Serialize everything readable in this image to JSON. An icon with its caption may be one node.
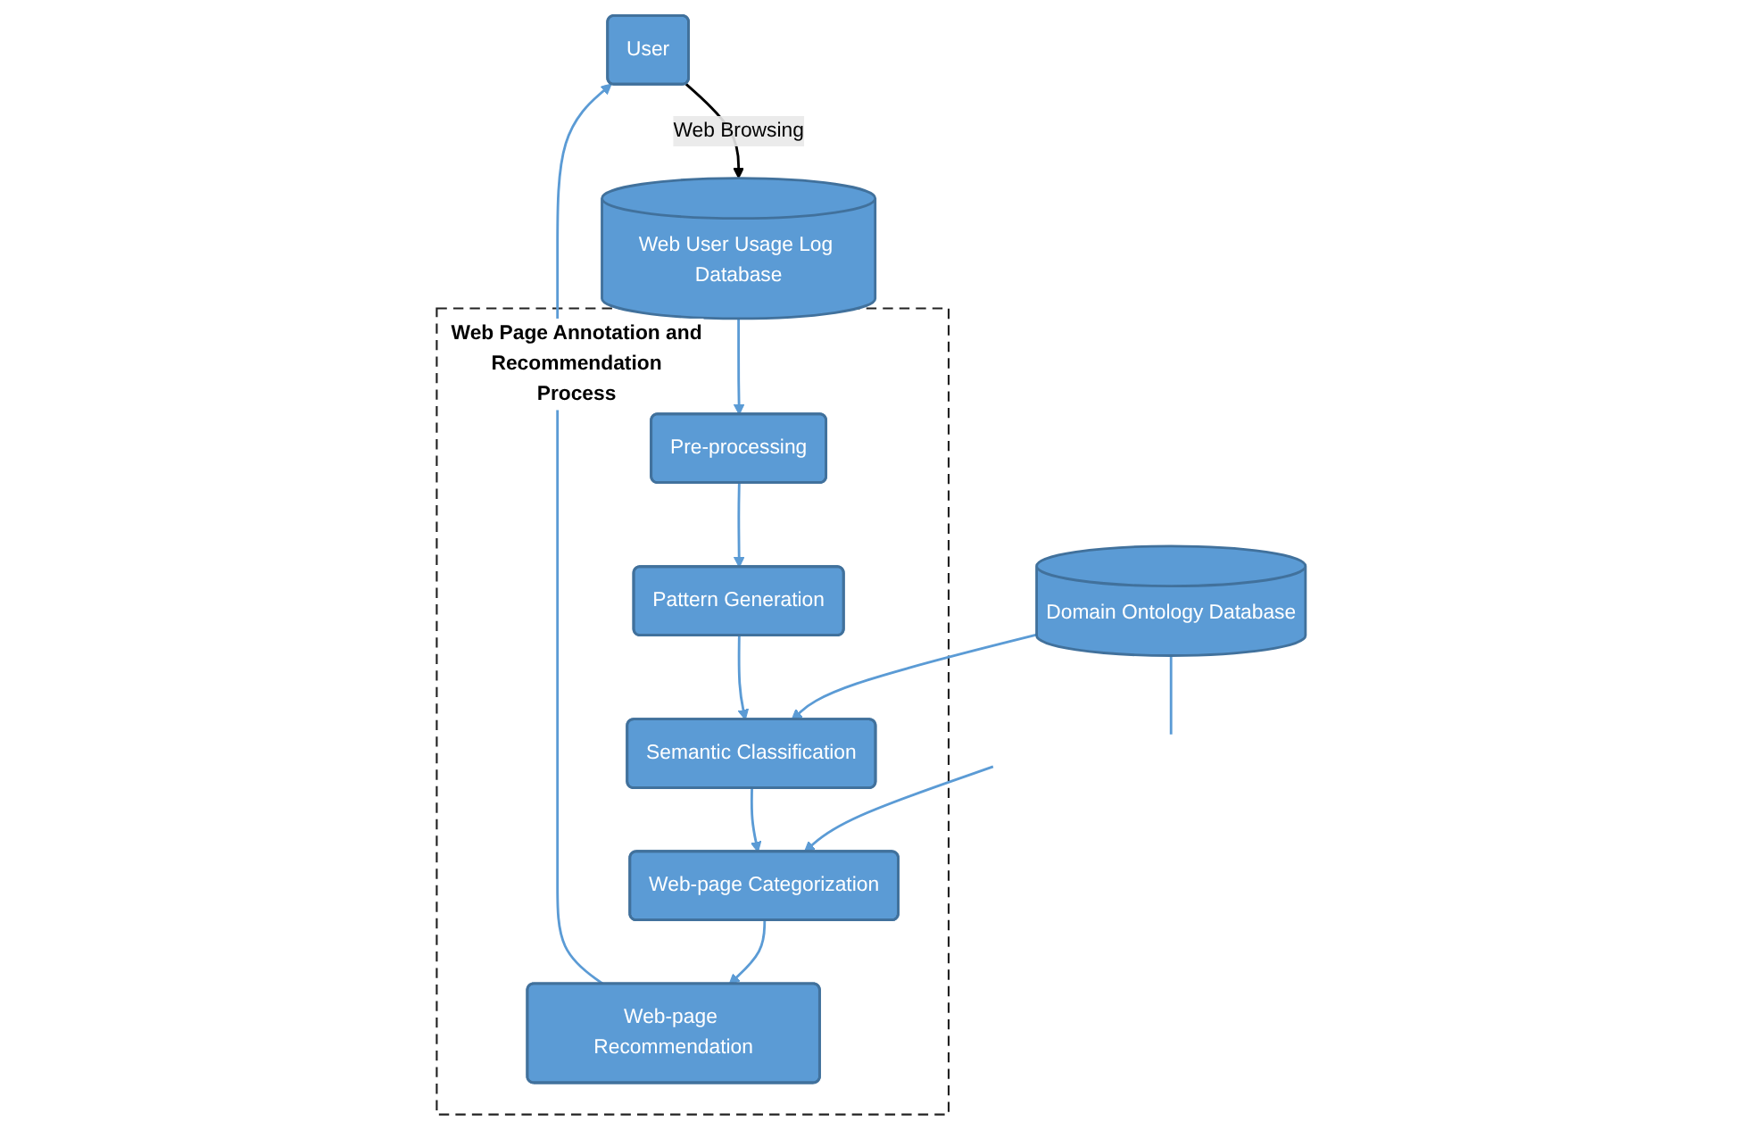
{
  "diagram": {
    "nodes": [
      {
        "text": [
          "User"
        ]
      },
      {
        "text": [
          "Web User Usage Log Database"
        ]
      },
      {
        "text": [
          "Web Page Annotation and Recommendation Process"
        ]
      },
      {
        "text": [
          "Pre-processing"
        ],
        "in": 2
      },
      {
        "text": [
          "Web-page Recommendation"
        ],
        "in": 2
      },
      {
        "text": [
          "Pattern Generation"
        ],
        "in": 2
      },
      {
        "text": [
          "Web-page Categorization"
        ],
        "in": 2
      },
      {
        "text": [
          "Semantic Classification"
        ],
        "in": 2
      },
      {
        "text": [
          "Domain Ontology Database"
        ]
      }
    ],
    "edges": [
      {
        "from": 0,
        "to": 1,
        "arrow": "to",
        "label": "Web Browsing",
        "color": "#000000"
      },
      {
        "from": 1,
        "to": 3,
        "arrow": "to"
      },
      {
        "from": 3,
        "to": 5,
        "arrow": "to"
      },
      {
        "from": 5,
        "to": 7,
        "arrow": "to"
      },
      {
        "from": 7,
        "to": 6,
        "arrow": "to"
      },
      {
        "from": 8,
        "to": 7,
        "arrow": "to"
      },
      {
        "from": 6,
        "to": 4,
        "arrow": "to"
      },
      {
        "from": 4,
        "to": 0,
        "arrow": "to"
      },
      {
        "from": null,
        "to": 6,
        "arrow": "to"
      },
      {
        "from": 8,
        "to": null,
        "arrow": "none"
      }
    ]
  }
}
